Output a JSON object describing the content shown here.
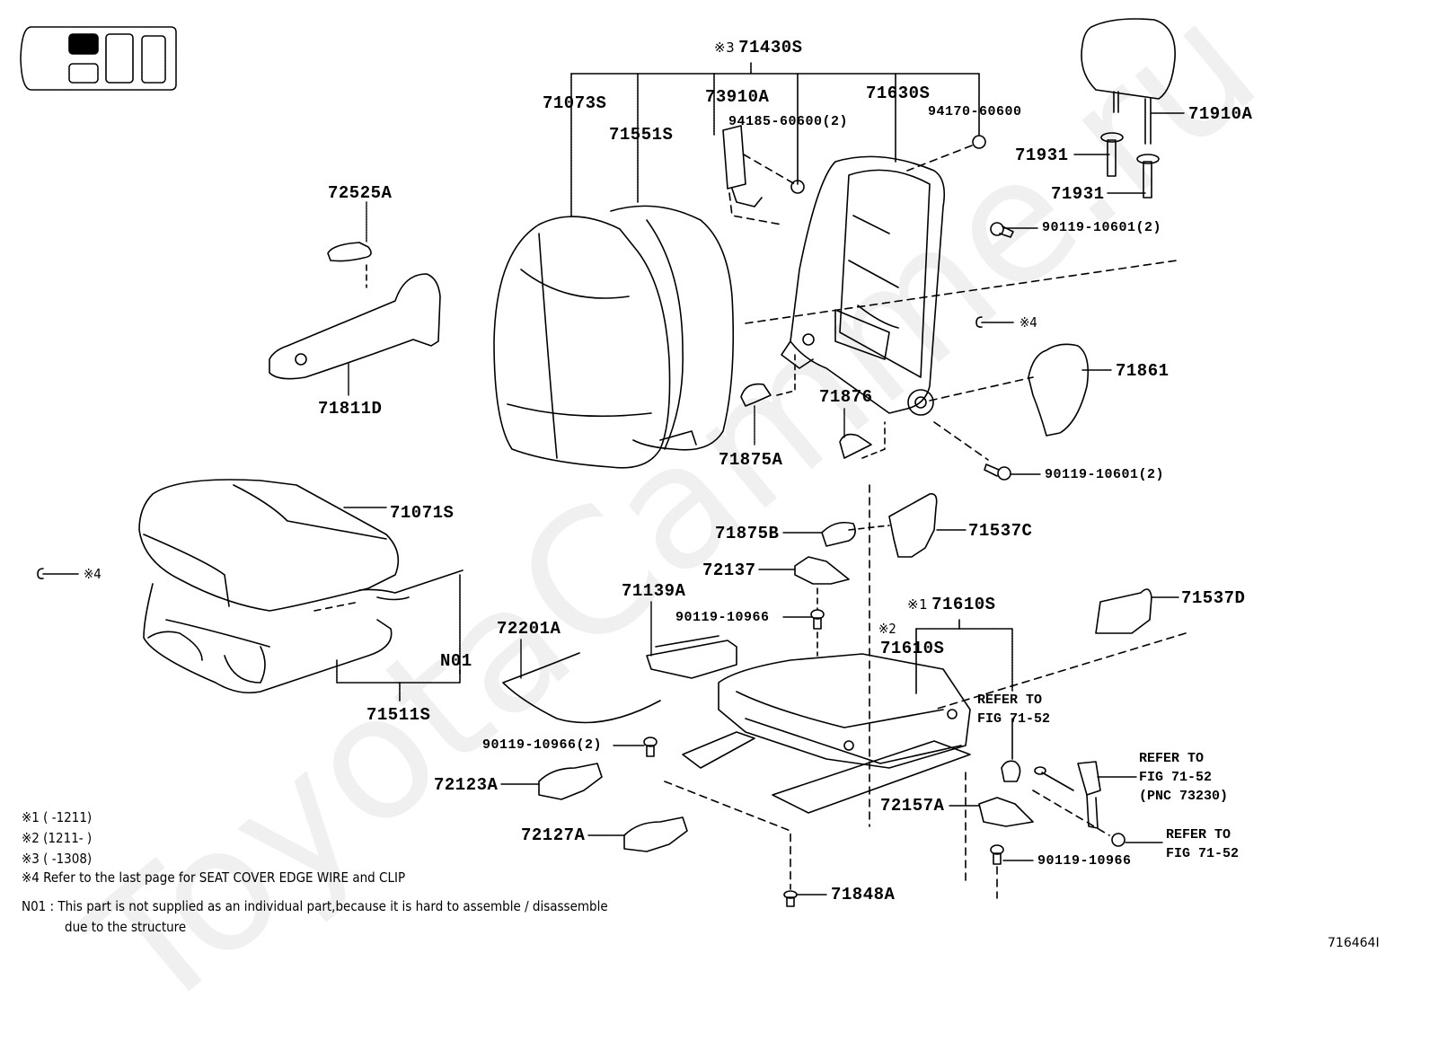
{
  "watermark": "ToyotaCamme.ru",
  "figure_code": "716464I",
  "locator": {
    "icon": "vehicle-seat-locator-icon",
    "highlighted_seat": "front-left"
  },
  "callouts": {
    "c71430S": {
      "marker": "※3",
      "part": "71430S"
    },
    "c71073S": "71073S",
    "c71551S": "71551S",
    "c73910A": "73910A",
    "c94185": "94185-60600(2)",
    "c71630S": "71630S",
    "c94170": "94170-60600",
    "c71910A": "71910A",
    "c71931a": "71931",
    "c71931b": "71931",
    "c90119_10601a": "90119-10601(2)",
    "c72525A": "72525A",
    "c71811D": "71811D",
    "c_x4_top": {
      "marker": "※4"
    },
    "c71861": "71861",
    "c71876": "71876",
    "c71875A": "71875A",
    "c90119_10601b": "90119-10601(2)",
    "c71071S": "71071S",
    "c_x4_left": {
      "marker": "※4"
    },
    "c71875B": "71875B",
    "c71537C": "71537C",
    "c72137": "72137",
    "c71139A": "71139A",
    "c90119_10966a": "90119-10966",
    "c71537D": "71537D",
    "c71610S_1": {
      "marker": "※1",
      "part": "71610S"
    },
    "c71610S_2": {
      "marker": "※2",
      "part": "71610S"
    },
    "c72201A": "72201A",
    "cN01": "N01",
    "c71511S": "71511S",
    "refer1": "REFER TO\nFIG 71-52",
    "c90119_10966b": "90119-10966(2)",
    "c72123A": "72123A",
    "refer2": "REFER TO\nFIG 71-52\n(PNC 73230)",
    "c72157A": "72157A",
    "c72127A": "72127A",
    "refer3": "REFER TO\nFIG 71-52",
    "c90119_10966c": "90119-10966",
    "c71848A": "71848A"
  },
  "notes": {
    "n1": "※1 (      -1211)",
    "n2": "※2 (1211-      )",
    "n3": "※3 (      -1308)",
    "n4": "※4 Refer to the last page for SEAT COVER EDGE WIRE and CLIP",
    "n01_line1": "N01 : This part is not supplied as an individual part,because it is hard to assemble / disassemble",
    "n01_line2": "due to the structure"
  }
}
